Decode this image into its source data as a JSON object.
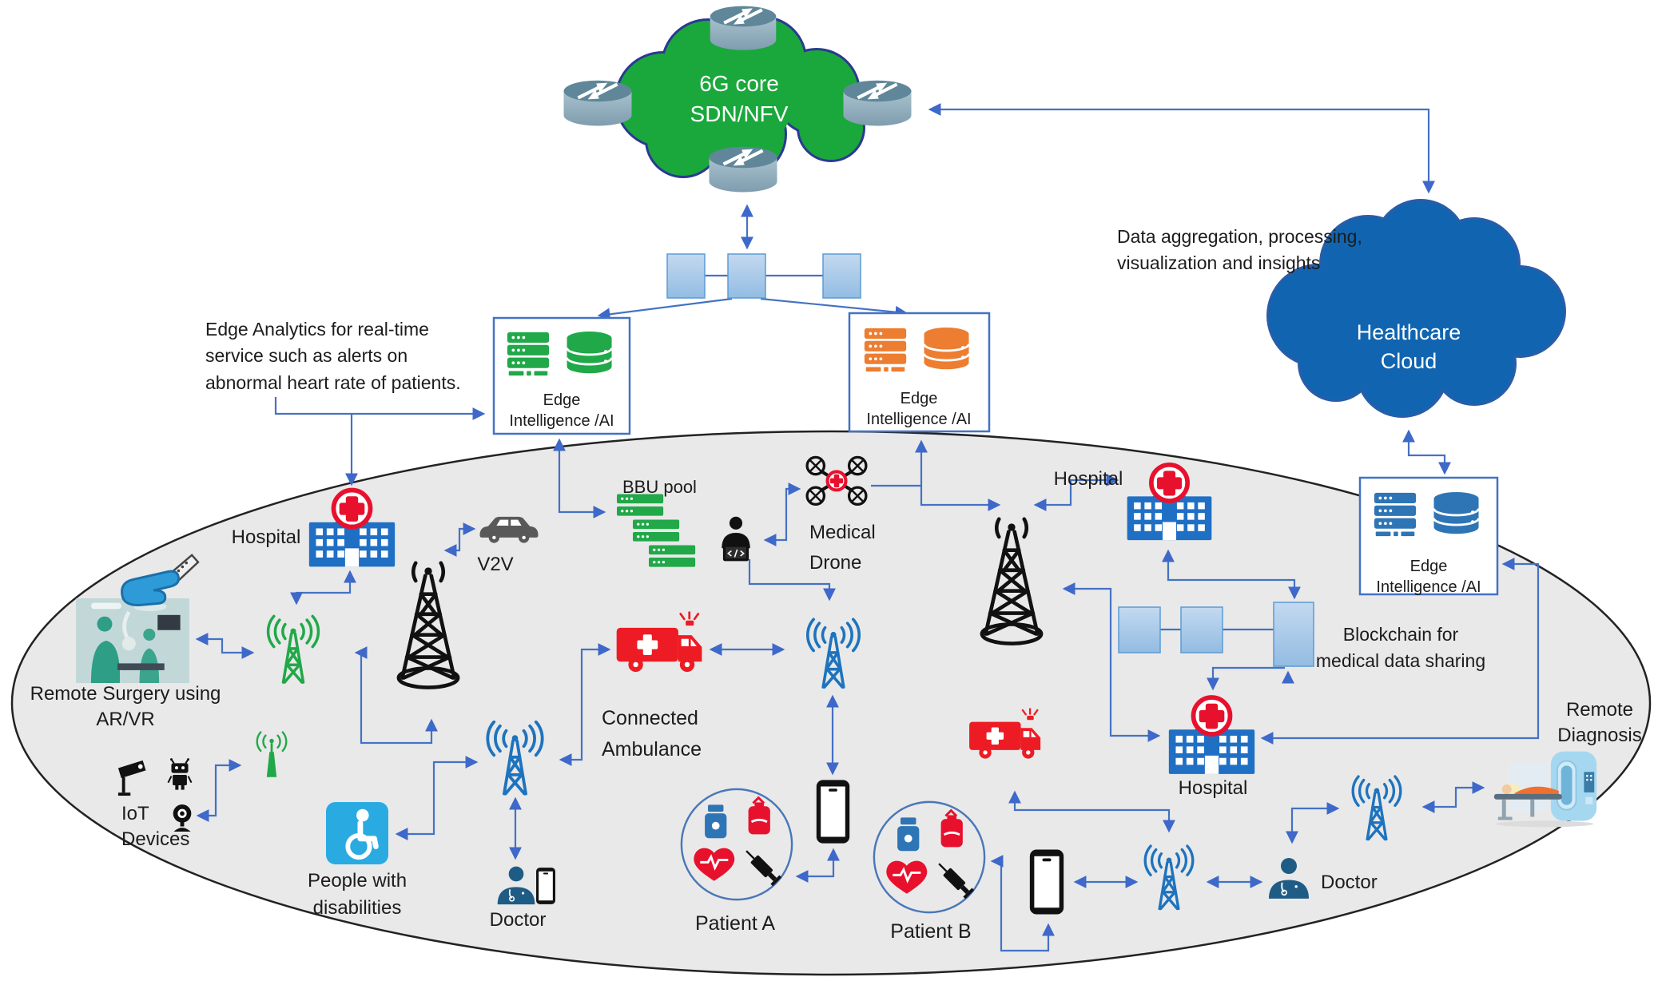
{
  "labels": {
    "core_cloud": "6G core\nSDN/NFV",
    "healthcare_cloud": "Healthcare\nCloud",
    "data_aggregation": "Data aggregation, processing,\nvisualization and insights",
    "edge_analytics": "Edge Analytics for real-time\nservice such as alerts on\nabnormal heart rate of patients.",
    "edge_ai_left": "Edge\nIntelligence /AI",
    "edge_ai_mid": "Edge\nIntelligence /AI",
    "edge_ai_right": "Edge\nIntelligence /AI",
    "bbu_pool": "BBU pool",
    "hospital_left": "Hospital",
    "hospital_top": "Hospital",
    "hospital_bottom": "Hospital",
    "v2v": "V2V",
    "medical_drone": "Medical\nDrone",
    "remote_surgery": "Remote Surgery using\nAR/VR",
    "iot_devices": "IoT\nDevices",
    "people_disabilities": "People with\ndisabilities",
    "doctor_left": "Doctor",
    "doctor_right": "Doctor",
    "connected_ambulance": "Connected\nAmbulance",
    "patient_a": "Patient A",
    "patient_b": "Patient B",
    "blockchain": "Blockchain for\nmedical data sharing",
    "remote_diagnosis": "Remote\nDiagnosis"
  },
  "icons": {
    "router-icon": "cylinder with crossing white arrows",
    "cloud-shape": "puffy cloud",
    "edge-intelligence-icon": "server rack + database cylinder",
    "hospital-icon": "blue building with red cross ring",
    "cell-tower-icon": "black lattice tower",
    "radio-tower-icon": "antenna tower with radio waves",
    "small-antenna-icon": "small antenna with waves",
    "car-icon": "car silhouette",
    "ambulance-icon": "ambulance with white cross",
    "drone-icon": "quadcopter with red cross",
    "laptop-user-icon": "person with code laptop",
    "doctor-icon": "person with stethoscope",
    "smartphone-icon": "smartphone",
    "pill-bottle-icon": "medicine bottle",
    "blood-bag-icon": "IV blood bag",
    "heart-ecg-icon": "heart with pulse line",
    "syringe-icon": "syringe",
    "wheelchair-icon": "wheelchair accessibility symbol",
    "cctv-icon": "security camera",
    "robot-icon": "robot",
    "webcam-icon": "webcam",
    "mri-scanner-icon": "MRI scanner with patient",
    "surgery-photo": "operating room photo",
    "hand-scalpel-icon": "gloved hand holding scalpel",
    "bbu-server-icon": "stacked green servers",
    "block-square": "blockchain block",
    "switch-square": "network node square"
  },
  "colors": {
    "core_cloud_green": "#1aa83c",
    "cloud_outline": "#2b3990",
    "healthcare_cloud_blue": "#1165b0",
    "connector_blue": "#4472c4",
    "edge_ai_green": "#21a848",
    "edge_ai_orange": "#ed7d31",
    "edge_ai_blue": "#2e75b6",
    "hospital_blue": "#1f6fc5",
    "medical_red": "#e8112d",
    "ambulance_red": "#ed1c24",
    "accessibility_blue": "#29abe2",
    "doctor_navy": "#1f5c85",
    "tower_black": "#111111",
    "radio_tower_blue": "#1e73be",
    "field_ellipse_gray": "#e9e9e9",
    "node_square_blue": "#9dc3e6"
  }
}
